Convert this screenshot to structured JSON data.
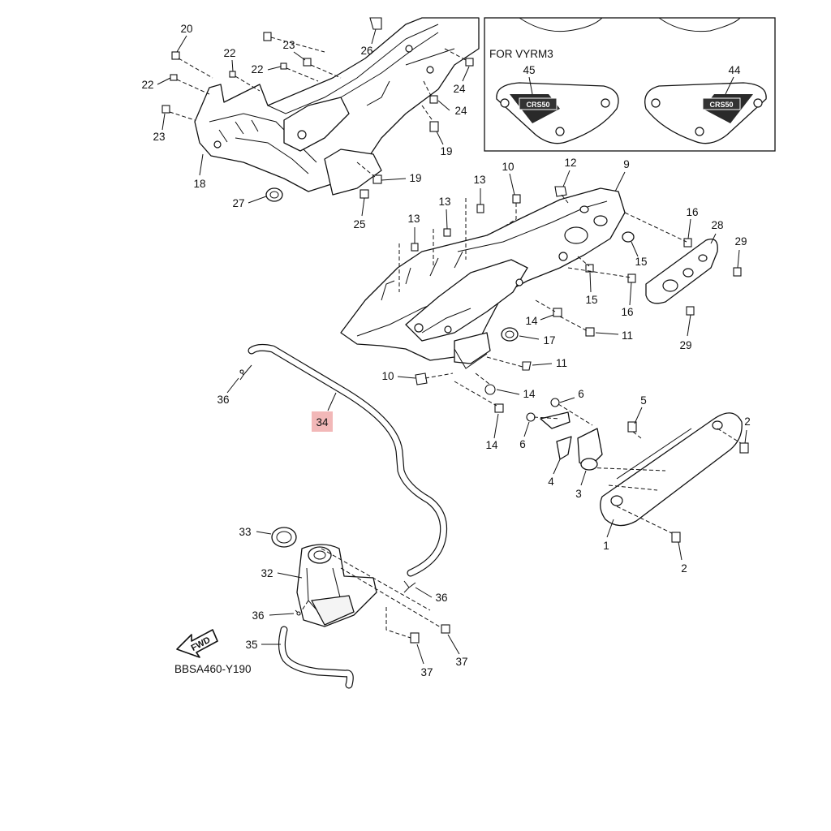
{
  "diagram": {
    "title": "Frame side cover parts diagram",
    "catalog_code": "BBSA460-Y190",
    "fwd_label": "FWD",
    "inset": {
      "title": "FOR VYRM3",
      "left_part": "45",
      "right_part": "44",
      "emblem_text": "CRS50"
    },
    "highlighted_part": "34",
    "colors": {
      "highlight": "#f2b8b8",
      "line": "#111111"
    },
    "callouts": {
      "c20": "20",
      "c22a": "22",
      "c22b": "22",
      "c22c": "22",
      "c23a": "23",
      "c23b": "23",
      "c26": "26",
      "c24a": "24",
      "c24b": "24",
      "c19a": "19",
      "c19b": "19",
      "c18": "18",
      "c27": "27",
      "c25": "25",
      "c10a": "10",
      "c12": "12",
      "c9": "9",
      "c13a": "13",
      "c13b": "13",
      "c13c": "13",
      "c16a": "16",
      "c28": "28",
      "c29a": "29",
      "c15a": "15",
      "c15b": "15",
      "c16b": "16",
      "c14a": "14",
      "c17": "17",
      "c11a": "11",
      "c11b": "11",
      "c29b": "29",
      "c36a": "36",
      "c34": "34",
      "c10b": "10",
      "c14b": "14",
      "c6a": "6",
      "c5": "5",
      "c14c": "14",
      "c6b": "6",
      "c2a": "2",
      "c4": "4",
      "c3": "3",
      "c1": "1",
      "c2b": "2",
      "c33": "33",
      "c32": "32",
      "c36b": "36",
      "c36c": "36",
      "c35": "35",
      "c37a": "37",
      "c37b": "37"
    }
  }
}
